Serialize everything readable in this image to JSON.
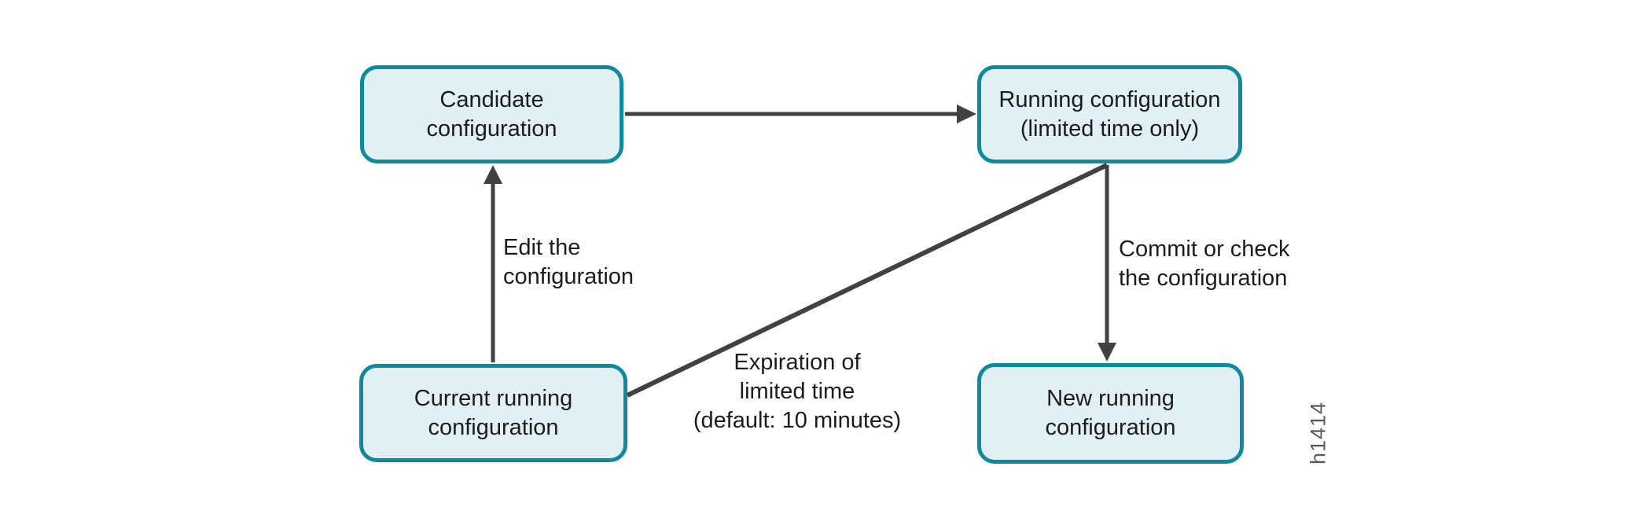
{
  "diagram": {
    "title_hint": "Commit-confirmed configuration flow",
    "nodes": {
      "candidate": {
        "label": "Candidate\nconfiguration"
      },
      "running_limited": {
        "label": "Running configuration\n(limited time only)"
      },
      "current_running": {
        "label": "Current running\nconfiguration"
      },
      "new_running": {
        "label": "New running\nconfiguration"
      }
    },
    "edge_labels": {
      "edit": "Edit the\nconfiguration",
      "commit": "Commit or check\nthe configuration",
      "expiration": "Expiration of\nlimited time\n(default: 10 minutes)"
    },
    "watermark": "h1414",
    "colors": {
      "node_fill": "#e0f0f4",
      "node_border": "#0f8a9d",
      "arrow": "#414042",
      "text": "#1c1c1e",
      "watermark": "#58595b",
      "background": "#ffffff"
    }
  }
}
